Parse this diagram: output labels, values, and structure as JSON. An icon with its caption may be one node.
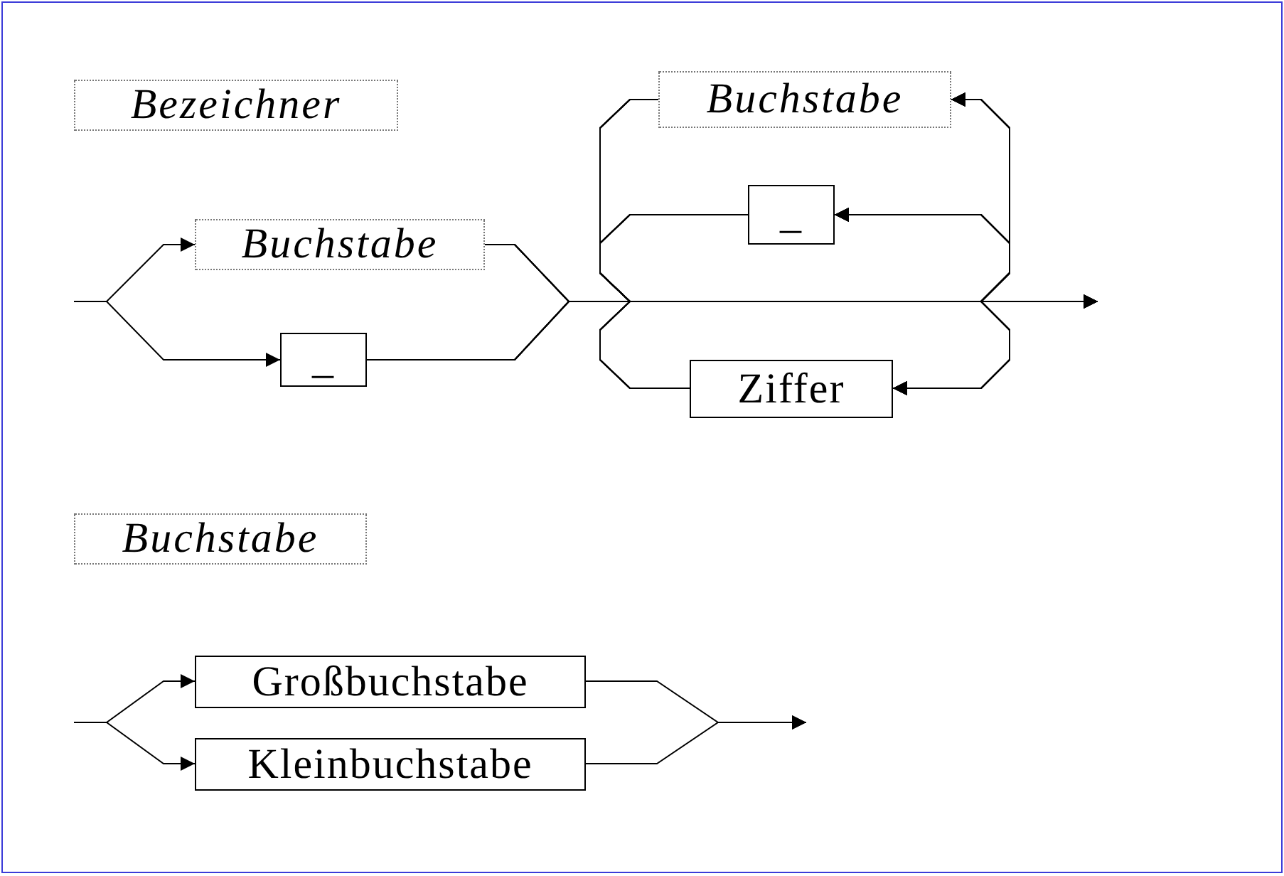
{
  "diagram": {
    "nodes": [
      {
        "text": [
          "Bezeichner"
        ]
      },
      {
        "text": [
          "Buchstabe"
        ]
      },
      {
        "text": [
          "_"
        ]
      },
      {
        "text": [
          "Buchstabe"
        ]
      },
      {
        "text": [
          "_"
        ]
      },
      {
        "text": [
          "Ziffer"
        ]
      },
      {
        "text": [
          "Buchstabe"
        ]
      },
      {
        "text": [
          "Großbuchstabe"
        ]
      },
      {
        "text": [
          "Kleinbuchstabe"
        ]
      }
    ],
    "edges": [
      {
        "from": null,
        "to": 1,
        "arrow": "to"
      },
      {
        "from": null,
        "to": 2,
        "arrow": "to"
      },
      {
        "from": 1,
        "to": 3,
        "arrow": "to"
      },
      {
        "from": 1,
        "to": 4,
        "arrow": "to"
      },
      {
        "from": 1,
        "to": 5,
        "arrow": "to"
      },
      {
        "from": 1,
        "to": null,
        "arrow": "to"
      },
      {
        "from": 2,
        "to": 3,
        "arrow": "to"
      },
      {
        "from": 2,
        "to": 4,
        "arrow": "to"
      },
      {
        "from": 2,
        "to": 5,
        "arrow": "to"
      },
      {
        "from": 2,
        "to": null,
        "arrow": "to"
      },
      {
        "from": 3,
        "to": 3,
        "arrow": "to"
      },
      {
        "from": 3,
        "to": 4,
        "arrow": "to"
      },
      {
        "from": 3,
        "to": 5,
        "arrow": "to"
      },
      {
        "from": 3,
        "to": null,
        "arrow": "to"
      },
      {
        "from": 4,
        "to": 3,
        "arrow": "to"
      },
      {
        "from": 4,
        "to": 4,
        "arrow": "to"
      },
      {
        "from": 4,
        "to": 5,
        "arrow": "to"
      },
      {
        "from": 4,
        "to": null,
        "arrow": "to"
      },
      {
        "from": 5,
        "to": 3,
        "arrow": "to"
      },
      {
        "from": 5,
        "to": 4,
        "arrow": "to"
      },
      {
        "from": 5,
        "to": 5,
        "arrow": "to"
      },
      {
        "from": 5,
        "to": null,
        "arrow": "to"
      },
      {
        "from": null,
        "to": 7,
        "arrow": "to"
      },
      {
        "from": null,
        "to": 8,
        "arrow": "to"
      },
      {
        "from": 7,
        "to": null,
        "arrow": "to"
      },
      {
        "from": 8,
        "to": null,
        "arrow": "to"
      }
    ]
  }
}
